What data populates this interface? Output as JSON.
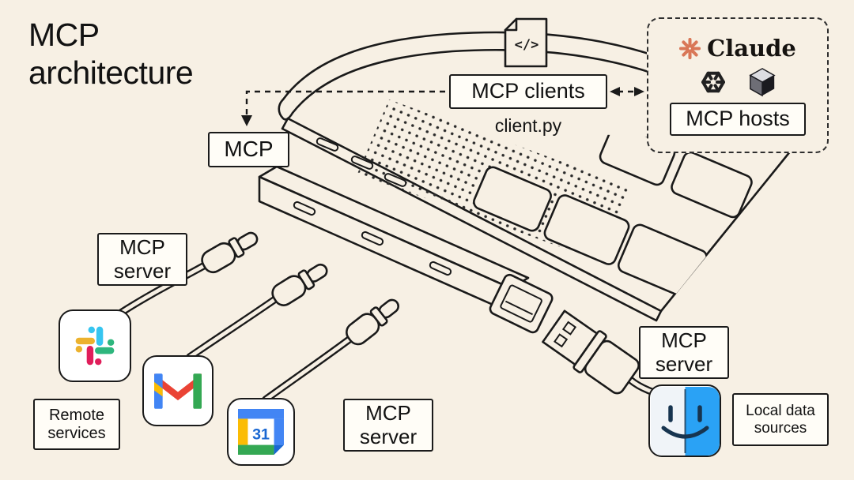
{
  "title": "MCP architecture",
  "colors": {
    "bg": "#f7f0e4",
    "ink": "#1a1a1a",
    "box_bg": "#fffdf7",
    "claude_orange": "#d97757",
    "openai_dark": "#212121",
    "slack_blue": "#36c5f0",
    "slack_green": "#2eb67d",
    "slack_yellow": "#ecb22e",
    "slack_pink": "#e01e5a",
    "google_blue": "#4285f4",
    "google_dark_blue": "#1967d2",
    "google_red": "#ea4335",
    "google_yellow": "#fbbc04",
    "google_green": "#34a853",
    "finder_blue": "#2aa2f5",
    "finder_face": "#17344f"
  },
  "labels": {
    "mcp": "MCP",
    "mcp_clients": "MCP clients",
    "client_file": "client.py",
    "code_glyph": "</>",
    "mcp_hosts": "MCP hosts",
    "claude": "Claude",
    "mcp_server_top": "MCP server",
    "mcp_server_bottom": "MCP server",
    "mcp_server_right": "MCP server",
    "remote_services": "Remote services",
    "local_data_sources": "Local data sources",
    "calendar_day": "31"
  },
  "icons": {
    "code_file": "code-file-icon",
    "claude": "claude-starburst-icon",
    "openai": "openai-knot-icon",
    "cursor": "cursor-cube-icon",
    "slack": "slack-icon",
    "gmail": "gmail-icon",
    "google_calendar": "google-calendar-icon",
    "finder": "finder-icon",
    "laptop": "laptop-illustration",
    "usb_hub": "usb-hub-illustration"
  }
}
